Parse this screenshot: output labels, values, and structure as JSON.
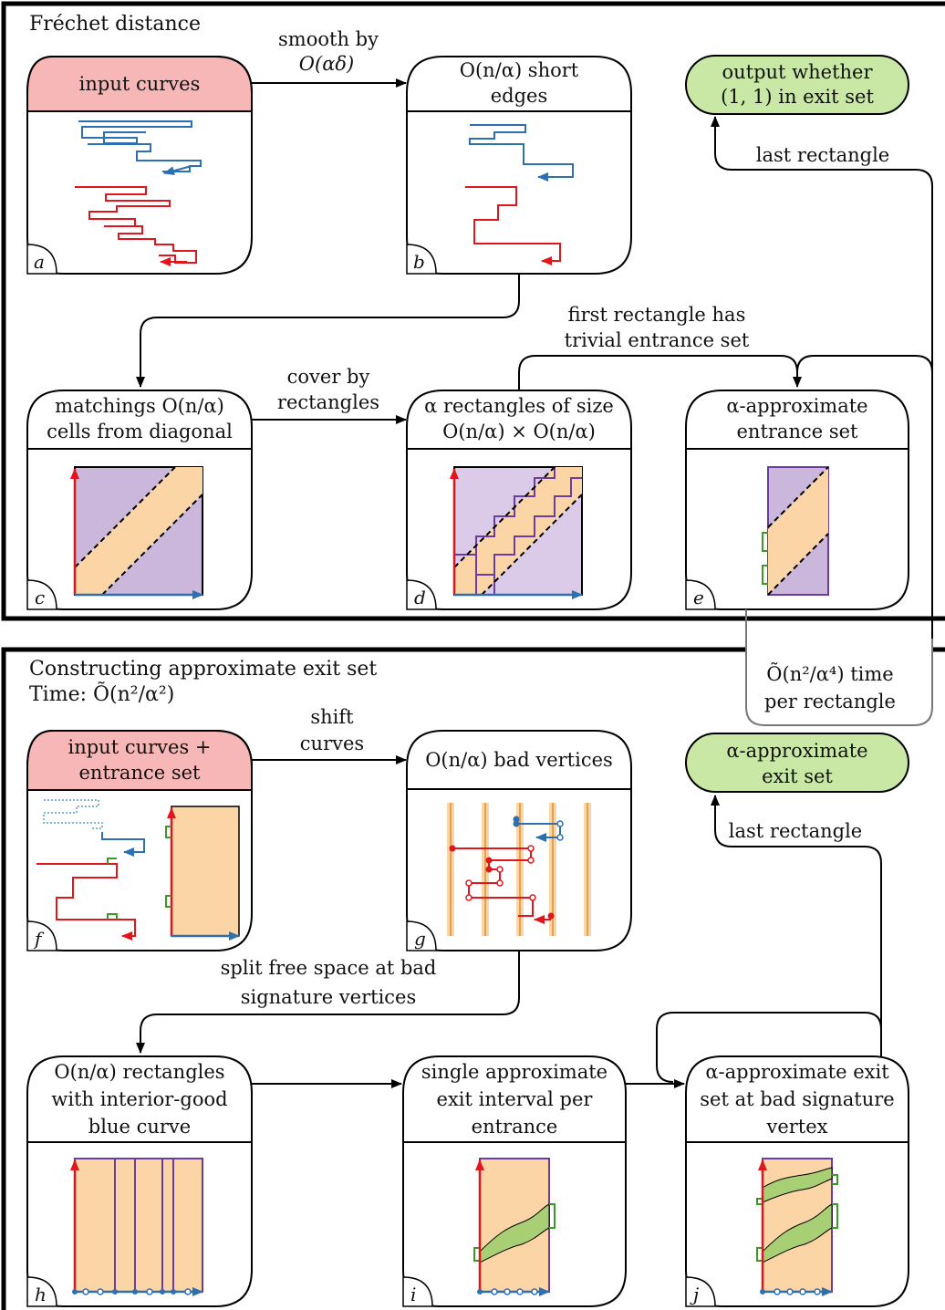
{
  "panel1": {
    "title": "Fréchet distance",
    "boxes": {
      "a": {
        "label": "input curves",
        "corner": "a"
      },
      "b": {
        "line1": "O(n/α) short",
        "line2": "edges",
        "corner": "b"
      },
      "out": {
        "line1": "output whether",
        "line2": "(1, 1) in exit set"
      },
      "c": {
        "line1": "matchings O(n/α)",
        "line2": "cells from diagonal",
        "corner": "c"
      },
      "d": {
        "line1": "α rectangles of size",
        "line2": "O(n/α) × O(n/α)",
        "corner": "d"
      },
      "e": {
        "line1": "α-approximate",
        "line2": "entrance set",
        "corner": "e"
      }
    },
    "edges": {
      "ab_line1": "smooth by",
      "ab_line2": "O(αδ)",
      "cd_line1": "cover by",
      "cd_line2": "rectangles",
      "de_line1": "first rectangle has",
      "de_line2": "trivial entrance set",
      "out_label": "last rectangle"
    },
    "time_box": {
      "line1": "Õ(n²/α⁴) time",
      "line2": "per rectangle"
    }
  },
  "panel2": {
    "title_line1": "Constructing approximate exit set",
    "title_line2": "Time: Õ(n²/α²)",
    "boxes": {
      "f": {
        "line1": "input curves +",
        "line2": "entrance set",
        "corner": "f"
      },
      "g": {
        "label": "O(n/α) bad vertices",
        "corner": "g"
      },
      "out": {
        "line1": "α-approximate",
        "line2": "exit set"
      },
      "h": {
        "line1": "O(n/α) rectangles",
        "line2": "with interior-good",
        "line3": "blue curve",
        "corner": "h"
      },
      "i": {
        "line1": "single approximate",
        "line2": "exit interval per",
        "line3": "entrance",
        "corner": "i"
      },
      "j": {
        "line1": "α-approximate exit",
        "line2": "set at bad signature",
        "line3": "vertex",
        "corner": "j"
      }
    },
    "edges": {
      "fg_line1": "shift",
      "fg_line2": "curves",
      "gh_line1": "split free space at bad",
      "gh_line2": "signature vertices",
      "out_label": "last rectangle"
    }
  },
  "colors": {
    "input_header": "#f7b7b7",
    "output_fill": "#c9e8a6",
    "free_space": "#fbd5a5",
    "matching": "#cbb6dc",
    "blue_curve": "#2e6fb0",
    "red_curve": "#e0161c",
    "green_bracket": "#3a9a28",
    "exit_region": "#a9cf74"
  }
}
